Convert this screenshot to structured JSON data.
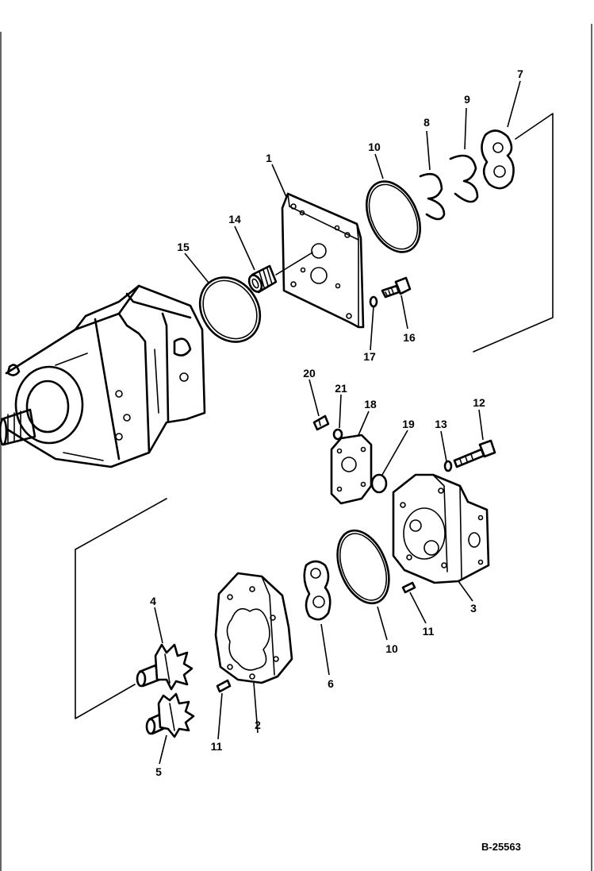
{
  "diagram": {
    "reference_number": "B-25563",
    "callouts": {
      "c1": "1",
      "c2": "2",
      "c3": "3",
      "c4": "4",
      "c5": "5",
      "c6": "6",
      "c7": "7",
      "c8": "8",
      "c9": "9",
      "c10a": "10",
      "c10b": "10",
      "c11a": "11",
      "c11b": "11",
      "c12": "12",
      "c13": "13",
      "c14": "14",
      "c15": "15",
      "c16": "16",
      "c17": "17",
      "c18": "18",
      "c19": "19",
      "c20": "20",
      "c21": "21"
    }
  }
}
